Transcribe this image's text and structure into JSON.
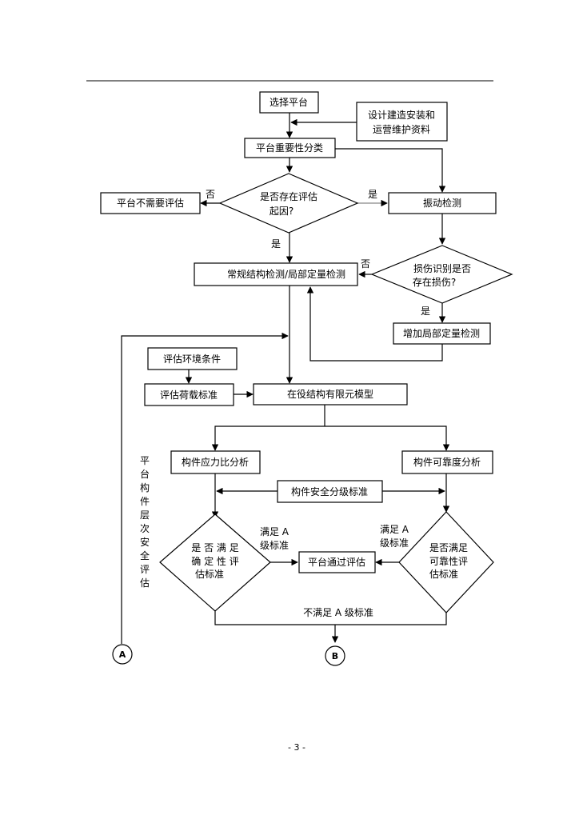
{
  "nodes": {
    "select_platform": "选择平台",
    "design_docs": [
      "设计建造安装和",
      "运营维护资料"
    ],
    "importance": "平台重要性分类",
    "need_eval": [
      "是否存在评估",
      "起因?"
    ],
    "no_eval": "平台不需要评估",
    "vibration": "振动检测",
    "regular": "常规结构检测/局部定量检测",
    "damage_id": [
      "损伤识别是否",
      "存在损伤?"
    ],
    "add_local": "增加局部定量检测",
    "env": "评估环境条件",
    "load": "评估荷载标准",
    "fem": "在役结构有限元模型",
    "stress": "构件应力比分析",
    "reliability": "构件可靠度分析",
    "grading": "构件安全分级标准",
    "det_crit": [
      "是 否 满 足",
      "确 定 性 评",
      "估标准"
    ],
    "rel_crit": [
      "是否满足",
      "可靠性评",
      "估标准"
    ],
    "pass": "平台通过评估",
    "conn_a": "A",
    "conn_b": "B"
  },
  "labels": {
    "no1": "否",
    "yes1": "是",
    "yes2": "是",
    "no2": "否",
    "yes3": "是",
    "meet_a_left": [
      "满足 A",
      "级标准"
    ],
    "meet_a_right": [
      "满足 A",
      "级标准"
    ],
    "not_meet": "不满足 A 级标准",
    "side_text": [
      "平",
      "台",
      "构",
      "件",
      "层",
      "次",
      "安",
      "全",
      "评",
      "估"
    ]
  },
  "footer": {
    "page_number": "- 3 -"
  }
}
